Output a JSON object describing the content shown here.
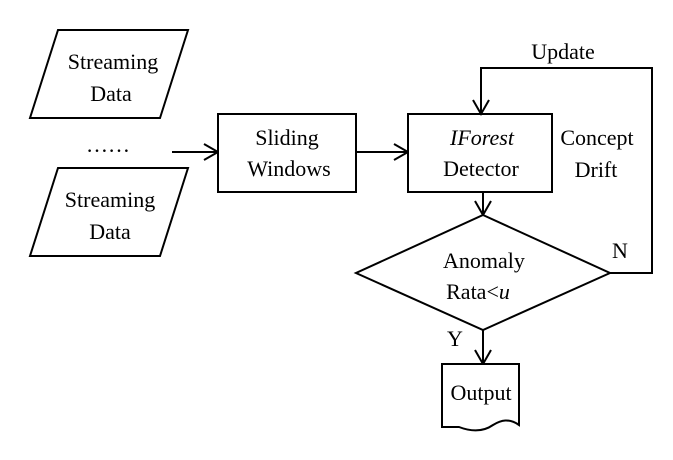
{
  "nodes": {
    "streaming_data_1": {
      "line1": "Streaming",
      "line2": "Data"
    },
    "ellipsis": "……",
    "streaming_data_2": {
      "line1": "Streaming",
      "line2": "Data"
    },
    "sliding_windows": {
      "line1": "Sliding",
      "line2": "Windows"
    },
    "detector": {
      "line1_italic": "IForest",
      "line2": "Detector"
    },
    "decision": {
      "line1": "Anomaly",
      "line2_prefix": "Rata<",
      "line2_var": "u"
    },
    "output": "Output"
  },
  "edge_labels": {
    "update": "Update",
    "concept_drift_line1": "Concept",
    "concept_drift_line2": "Drift",
    "no": "N",
    "yes": "Y"
  }
}
